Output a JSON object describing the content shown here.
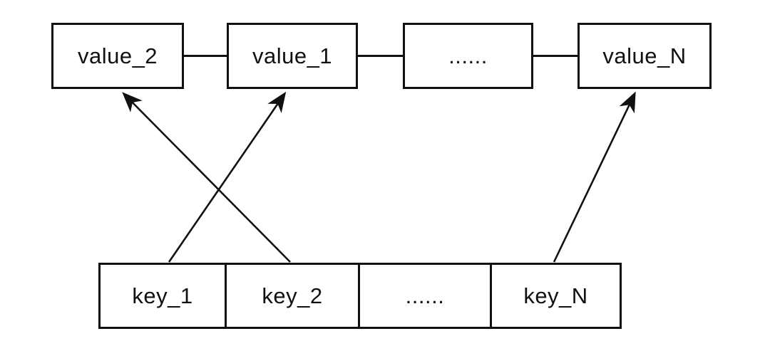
{
  "diagram": {
    "background_color": "#ffffff",
    "line_color": "#111111",
    "box_fill_color": "#ffffff",
    "value_list": {
      "nodes": [
        {
          "id": "value_2",
          "label": "value_2"
        },
        {
          "id": "value_1",
          "label": "value_1"
        },
        {
          "id": "value_ellipsis",
          "label": "......"
        },
        {
          "id": "value_N",
          "label": "value_N"
        }
      ],
      "links": [
        {
          "from": "value_2",
          "to": "value_1"
        },
        {
          "from": "value_1",
          "to": "value_ellipsis"
        },
        {
          "from": "value_ellipsis",
          "to": "value_N"
        }
      ]
    },
    "key_array": {
      "cells": [
        {
          "id": "key_1",
          "label": "key_1"
        },
        {
          "id": "key_2",
          "label": "key_2"
        },
        {
          "id": "key_ellipsis",
          "label": "......"
        },
        {
          "id": "key_N",
          "label": "key_N"
        }
      ]
    },
    "arrows": [
      {
        "from": "key_1",
        "to": "value_1"
      },
      {
        "from": "key_2",
        "to": "value_2"
      },
      {
        "from": "key_N",
        "to": "value_N"
      }
    ]
  }
}
